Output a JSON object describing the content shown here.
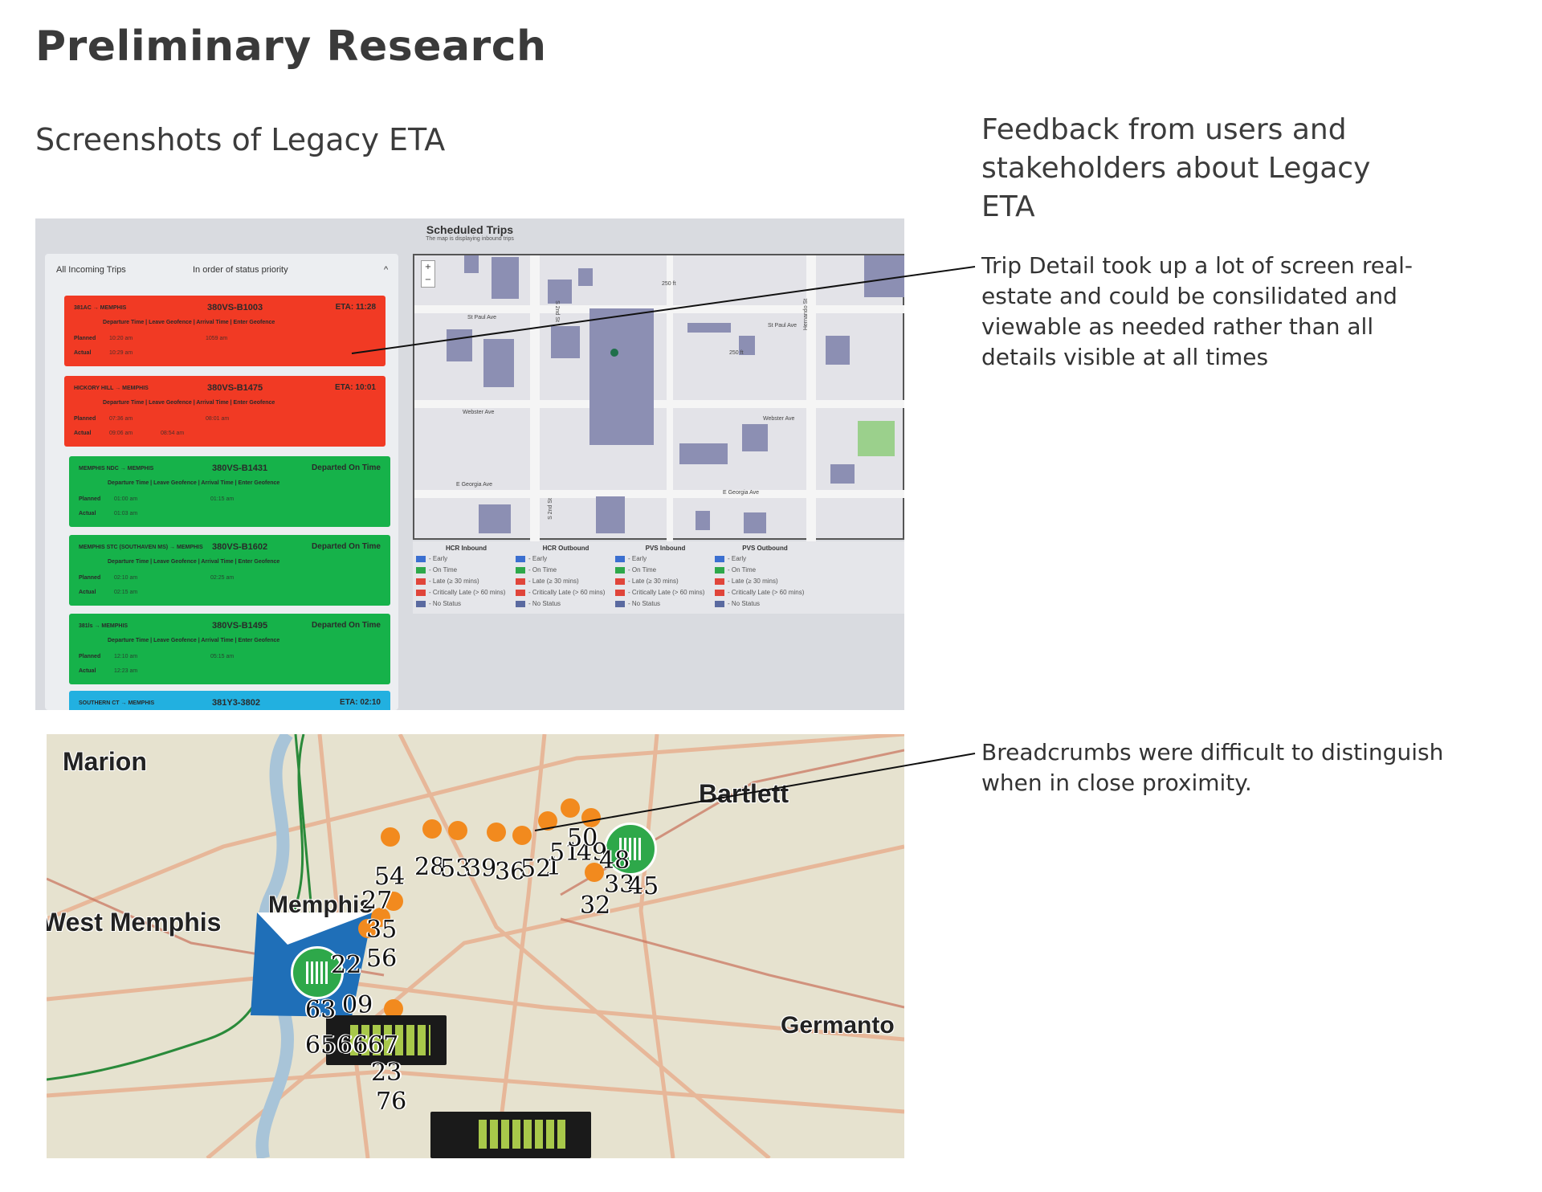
{
  "page": {
    "title": "Preliminary Research",
    "left_heading": "Screenshots of Legacy ETA",
    "right_heading": "Feedback from users and stakeholders about Legacy ETA"
  },
  "notes": [
    "Trip Detail took up a lot of screen real-estate and could be consilidated and viewable as needed rather than all details visible at all times",
    "Breadcrumbs were difficult to distinguish when in close proximity."
  ],
  "screenshot1": {
    "title": "Scheduled Trips",
    "subtitle": "The map is displaying inbound trips",
    "panel_title": "All Incoming Trips",
    "panel_sort": "In order of status priority",
    "panel_caret": "^",
    "card_header": "Departure Time | Leave Geofence | Arrival Time | Enter Geofence",
    "planned_label": "Planned",
    "actual_label": "Actual",
    "cards": [
      {
        "route": "381AC → MEMPHIS",
        "trip": "380VS-B1003",
        "status": "ETA: 11:28",
        "color": "#f13a24",
        "planned": "10:20 am",
        "planned2": "1059 am",
        "actual": "10:29 am",
        "actual2": ""
      },
      {
        "route": "HICKORY HILL → MEMPHIS",
        "trip": "380VS-B1475",
        "status": "ETA: 10:01",
        "color": "#f13a24",
        "planned": "07:36 am",
        "planned2": "08:01 am",
        "actual": "09:06 am",
        "actual2": "08:54 am"
      },
      {
        "route": "MEMPHIS NDC → MEMPHIS",
        "trip": "380VS-B1431",
        "status": "Departed On Time",
        "color": "#16b24a",
        "planned": "01:00 am",
        "planned2": "01:15 am",
        "actual": "01:03 am",
        "actual2": ""
      },
      {
        "route": "MEMPHIS STC (SOUTHAVEN MS) → MEMPHIS",
        "trip": "380VS-B1602",
        "status": "Departed On Time",
        "color": "#16b24a",
        "planned": "02:10 am",
        "planned2": "02:25 am",
        "actual": "02:15 am",
        "actual2": ""
      },
      {
        "route": "381ls → MEMPHIS",
        "trip": "380VS-B1495",
        "status": "Departed On Time",
        "color": "#16b24a",
        "planned": "12:10 am",
        "planned2": "05:15 am",
        "actual": "12:23 am",
        "actual2": ""
      },
      {
        "route": "SOUTHERN CT → MEMPHIS",
        "trip": "381Y3-3802",
        "status": "ETA: 02:10",
        "color": "#22b0e0",
        "planned": "",
        "planned2": "",
        "actual": "",
        "actual2": ""
      }
    ],
    "map_streets": [
      "St Paul Ave",
      "St Paul Ave",
      "Webster Ave",
      "Webster Ave",
      "E Georgia Ave",
      "E Georgia Ave",
      "S 2nd St",
      "S 2nd St",
      "Hernando St",
      "250 ft",
      "250 ft"
    ],
    "zoom_in": "+",
    "zoom_out": "−",
    "legend": [
      {
        "title": "HCR Inbound",
        "items": [
          "- Early",
          "- On Time",
          "- Late (≥ 30 mins)",
          "- Critically Late (> 60 mins)",
          "- No Status"
        ]
      },
      {
        "title": "HCR Outbound",
        "items": [
          "- Early",
          "- On Time",
          "- Late (≥ 30 mins)",
          "- Critically Late (> 60 mins)",
          "- No Status"
        ]
      },
      {
        "title": "PVS Inbound",
        "items": [
          "- Early",
          "- On Time",
          "- Late (≥ 30 mins)",
          "- Critically Late (> 60 mins)",
          "- No Status"
        ]
      },
      {
        "title": "PVS Outbound",
        "items": [
          "- Early",
          "- On Time",
          "- Late (≥ 30 mins)",
          "- Critically Late (> 60 mins)",
          "- No Status"
        ]
      }
    ],
    "legend_colors": [
      "#3b6fd0",
      "#2ea84a",
      "#e0453a",
      "#e0453a",
      "#5a6aa0"
    ]
  },
  "screenshot2": {
    "places": [
      "Marion",
      "Bartlett",
      "West Memphis",
      "Memphis",
      "Germanto"
    ],
    "labels": [
      "54",
      "28",
      "53",
      "39",
      "36",
      "52",
      "1",
      "51",
      "49",
      "48",
      "50",
      "33",
      "45",
      "32",
      "27",
      "35",
      "56",
      "22",
      "63",
      "09",
      "65",
      "66",
      "67",
      "23",
      "76"
    ]
  }
}
